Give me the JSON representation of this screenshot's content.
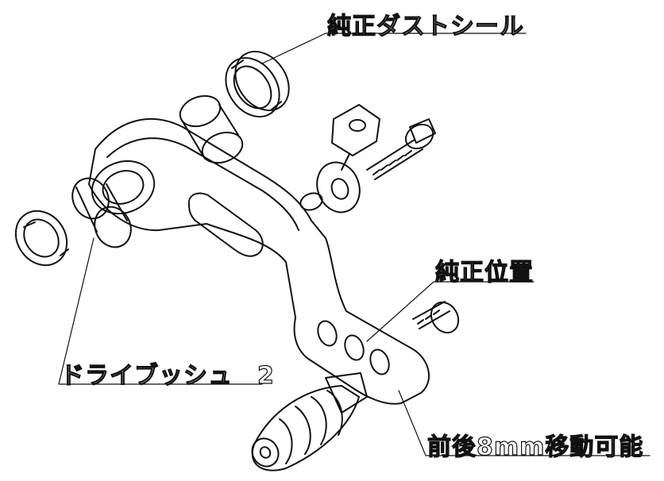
{
  "labels": {
    "dust_seal": "純正ダストシール",
    "stock_position": "純正位置",
    "drive_bush": "ドライブッシュ　2",
    "adjustment": "前後8mm移動可能"
  }
}
